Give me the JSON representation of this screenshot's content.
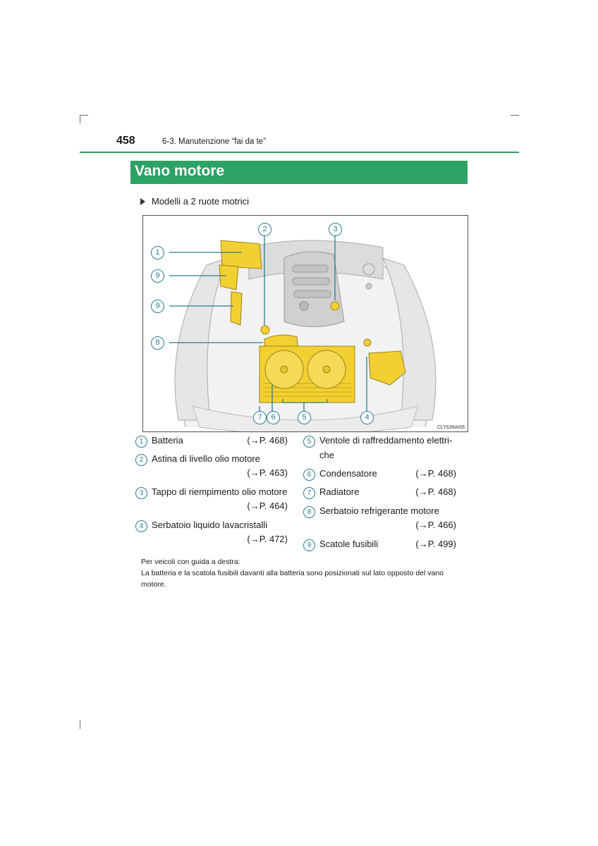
{
  "header": {
    "page_number": "458",
    "section": "6-3. Manutenzione “fai da te”"
  },
  "section_title": "Vano motore",
  "model_line": "Modelli a 2 ruote motrici",
  "figure": {
    "code": "CLY638AI06",
    "callouts": [
      "1",
      "9",
      "9",
      "8",
      "2",
      "3",
      "7",
      "6",
      "5",
      "4"
    ]
  },
  "legend": {
    "left": [
      {
        "num": "1",
        "text": "Batteria",
        "ref": "(→P. 468)"
      },
      {
        "num": "2",
        "text": "Astina di livello olio motore",
        "ref": "(→P. 463)"
      },
      {
        "num": "3",
        "text": "Tappo di riempimento olio motore",
        "ref": "(→P. 464)"
      },
      {
        "num": "4",
        "text": "Serbatoio liquido lavacristalli",
        "ref": "(→P. 472)"
      }
    ],
    "right": [
      {
        "num": "5",
        "text": "Ventole di raffreddamento elettri-",
        "text2": "che",
        "ref": ""
      },
      {
        "num": "6",
        "text": "Condensatore",
        "ref": "(→P. 468)"
      },
      {
        "num": "7",
        "text": "Radiatore",
        "ref": "(→P. 468)"
      },
      {
        "num": "8",
        "text": "Serbatoio refrigerante motore",
        "ref": "(→P. 466)"
      },
      {
        "num": "9",
        "text": "Scatole fusibili",
        "ref": "(→P. 499)"
      }
    ]
  },
  "note": {
    "line1": "Per veicoli con guida a destra:",
    "line2": "La batteria e la scatola fusibili davanti alla batteria sono posizionati sul lato opposto del vano",
    "line3": "motore."
  },
  "colors": {
    "accent_green": "#2ca266",
    "callout_blue": "#2a7d91",
    "highlight_yellow": "#f2d032"
  }
}
